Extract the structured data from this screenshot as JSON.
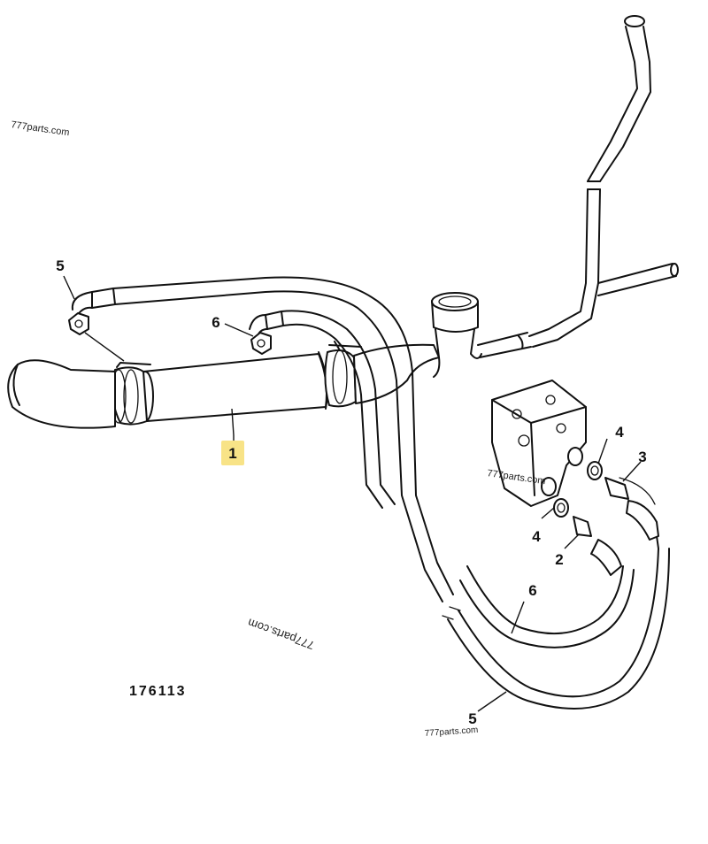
{
  "diagram": {
    "drawing_number": "176113",
    "watermarks": [
      "777parts.com",
      "777parts.com",
      "777parts.com",
      "777parts.com"
    ],
    "callouts": [
      {
        "id": "c1",
        "label": "1",
        "highlighted": true
      },
      {
        "id": "c2",
        "label": "2"
      },
      {
        "id": "c3",
        "label": "3"
      },
      {
        "id": "c4a",
        "label": "4"
      },
      {
        "id": "c4b",
        "label": "4"
      },
      {
        "id": "c5a",
        "label": "5"
      },
      {
        "id": "c5b",
        "label": "5"
      },
      {
        "id": "c6a",
        "label": "6"
      },
      {
        "id": "c6b",
        "label": "6"
      }
    ],
    "highlight_color": "#f7e07a"
  }
}
